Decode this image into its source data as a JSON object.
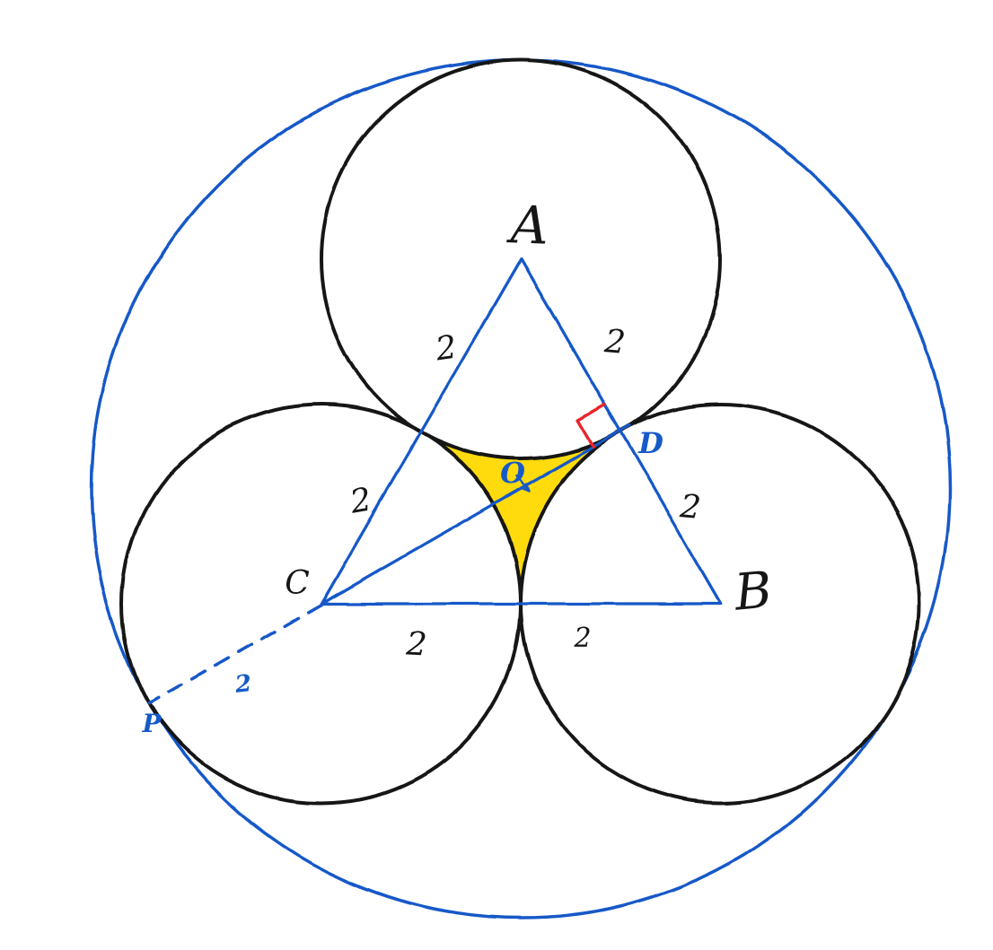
{
  "colors": {
    "blue": "#1659c8",
    "black": "#161616",
    "yellow": "#ffd900",
    "red": "#e8282d",
    "background": "#ffffff"
  },
  "labels": {
    "vertex_a": "A",
    "vertex_b": "B",
    "vertex_c": "C",
    "center_o": "O",
    "tangent_d": "D",
    "point_p": "P",
    "len_ac_upper": "2",
    "len_ab_upper": "2",
    "len_ac_lower": "2",
    "len_ab_lower": "2",
    "len_cb_left": "2",
    "len_cb_right": "2",
    "len_cp": "2"
  }
}
